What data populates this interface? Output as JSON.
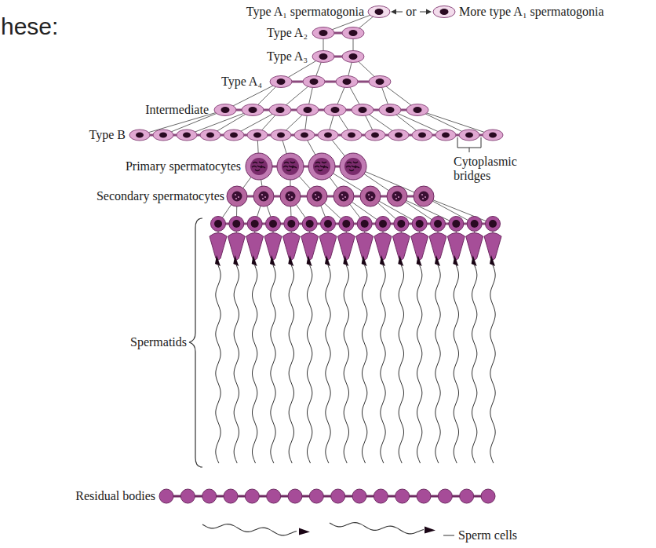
{
  "diagram": {
    "labels": [
      "hese:",
      "Type A₁ spermatogonia",
      "or",
      "More type A₁ spermatogonia",
      "Type A₂",
      "Type A₃",
      "Type A₄",
      "Intermediate",
      "Type B",
      "Cytoplasmic bridges",
      "Primary spermatocytes",
      "Secondary spermatocytes",
      "Spermatids",
      "Residual bodies",
      "Sperm cells"
    ]
  }
}
